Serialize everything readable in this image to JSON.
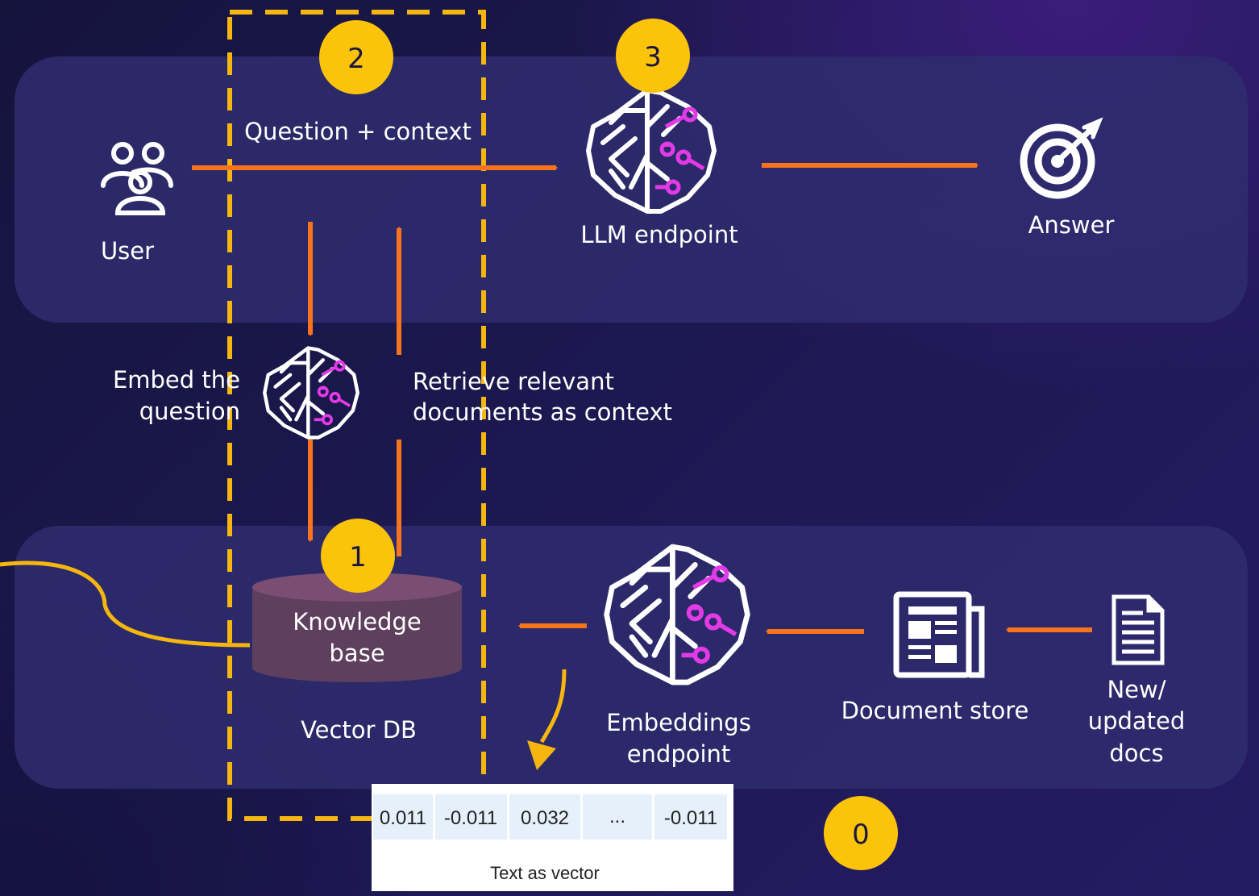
{
  "labels": {
    "user": "User",
    "question_context": "Question + context",
    "llm_endpoint": "LLM endpoint",
    "answer": "Answer",
    "embed_line1": "Embed the",
    "embed_line2": "question",
    "retrieve_line1": "Retrieve relevant",
    "retrieve_line2": "documents as context",
    "kb_line1": "Knowledge",
    "kb_line2": "base",
    "vector_db": "Vector DB",
    "embeddings_line1": "Embeddings",
    "embeddings_line2": "endpoint",
    "document_store": "Document store",
    "new_line1": "New/",
    "new_line2": "updated",
    "new_line3": "docs"
  },
  "badges": {
    "b0": "0",
    "b1": "1",
    "b2": "2",
    "b3": "3"
  },
  "vector": {
    "values": [
      "0.011",
      "-0.011",
      "0.032",
      "...",
      "-0.011"
    ],
    "caption": "Text as vector"
  },
  "colors": {
    "arrow": "#f7731e",
    "badge": "#fcc30b",
    "dashed_box": "#f5b70f",
    "panel": "#2f2d6e",
    "brain_accent": "#e33ae8",
    "cylinder": "#5e3f5e"
  },
  "icons": [
    "users-icon",
    "brain-icon",
    "target-icon",
    "database-icon",
    "newspaper-icon",
    "document-icon"
  ]
}
